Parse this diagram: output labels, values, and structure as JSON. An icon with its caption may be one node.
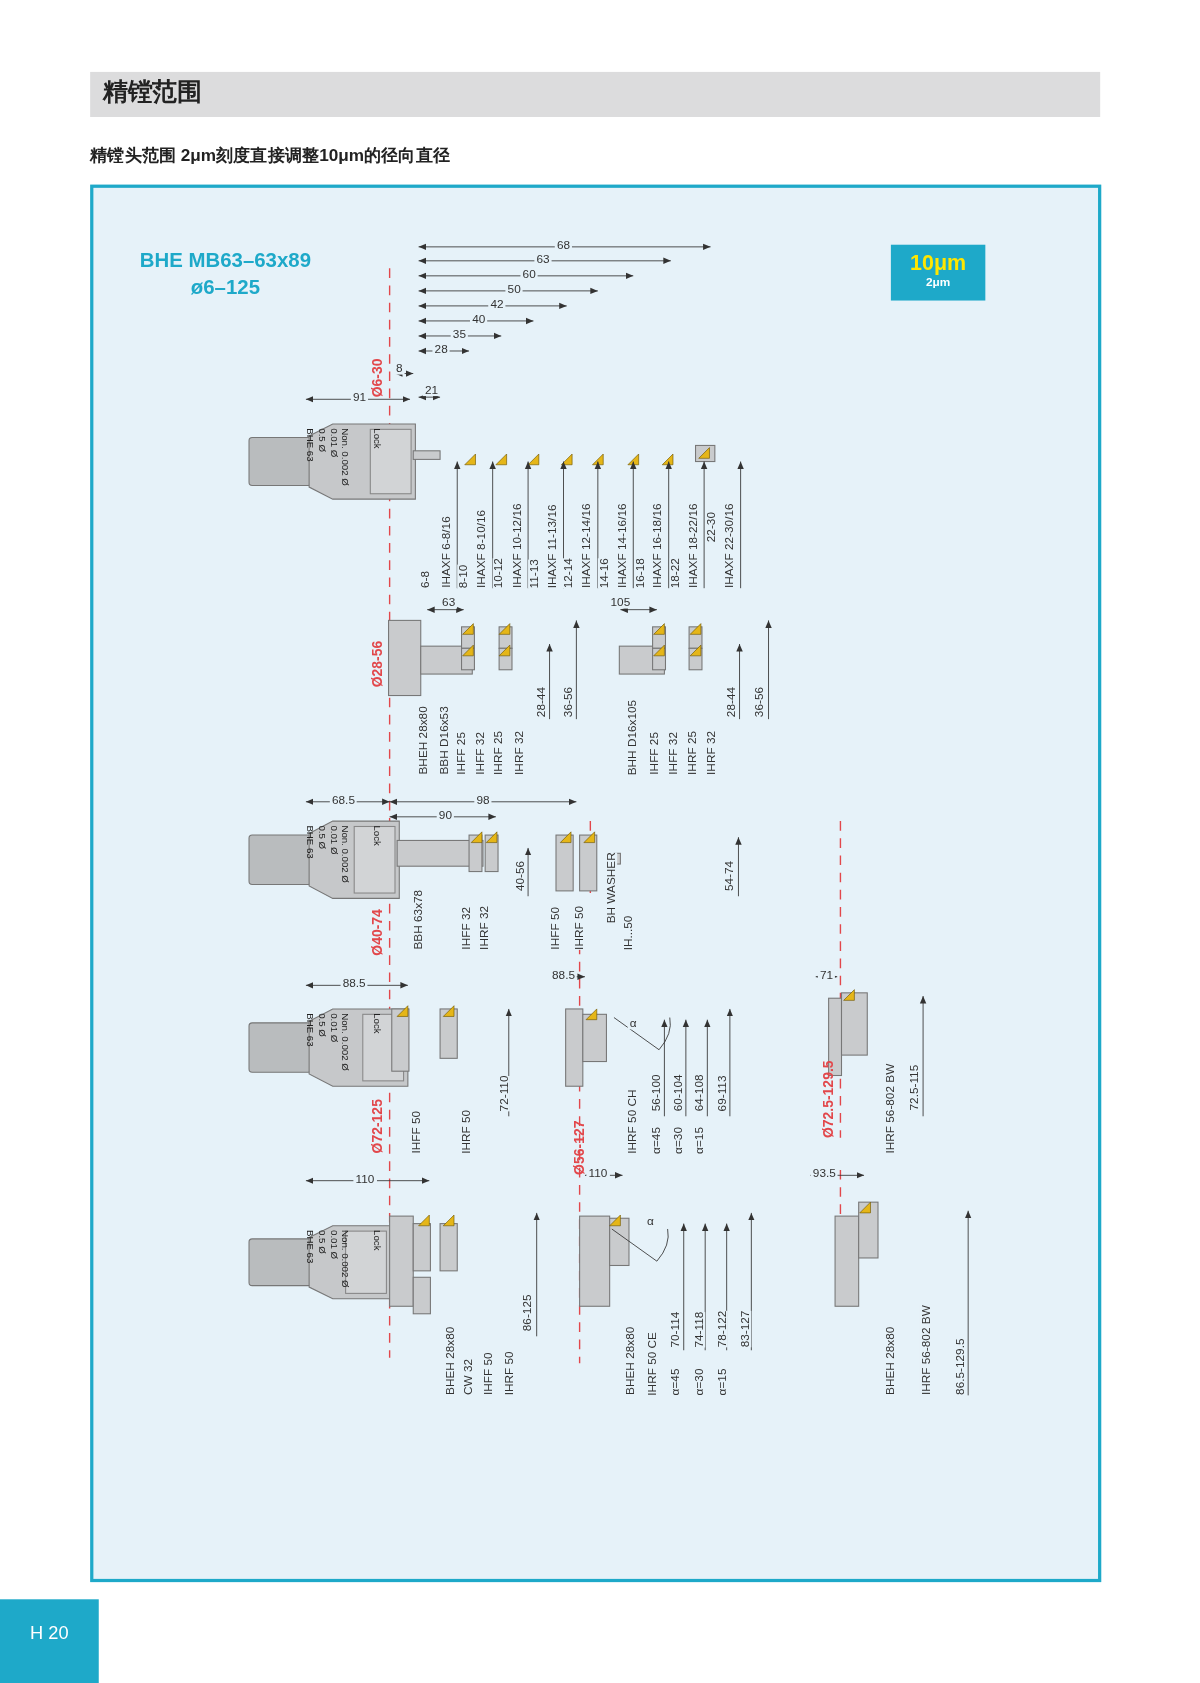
{
  "diagram": {
    "title": "精镗范围",
    "nodes": [
      {
        "text": [
          "10μm",
          "2μm"
        ]
      }
    ],
    "labels": [
      "精镗头范围 2μm刻度直接调整10μm的径向直径",
      "BHE MB63–63x89",
      "ø6–125",
      "68",
      "63",
      "60",
      "50",
      "42",
      "40",
      "35",
      "28",
      "8",
      "21",
      "91",
      "Ø6-30",
      "BHE 63",
      "0.5 Ø",
      "0.01 Ø",
      "Non. 0.002 Ø",
      "Lock",
      "6-8",
      "IHAXF  6-8/16",
      "8-10",
      "IHAXF  8-10/16",
      "10-12",
      "IHAXF  10-12/16",
      "11-13",
      "IHAXF  11-13/16",
      "12-14",
      "IHAXF  12-14/16",
      "14-16",
      "IHAXF  14-16/16",
      "16-18",
      "IHAXF  16-18/16",
      "18-22",
      "IHAXF  18-22/16",
      "22-30",
      "IHAXF  22-30/16",
      "63",
      "105",
      "Ø28-56",
      "BHEH 28x80",
      "BBH D16x53",
      "IHFF 25",
      "IHFF 32",
      "IHRF 25",
      "IHRF 32",
      "28-44",
      "36-56",
      "BHH D16x105",
      "IHFF 25",
      "IHFF 32",
      "IHRF 25",
      "IHRF 32",
      "28-44",
      "36-56",
      "68.5",
      "98",
      "90",
      "BHE 63",
      "0.5 Ø",
      "0.01 Ø",
      "Non. 0.002 Ø",
      "Lock",
      "Ø40-74",
      "BBH 63x78",
      "IHFF 32",
      "IHRF 32",
      "40-56",
      "IHFF 50",
      "IHRF 50",
      "BH WASHER",
      "IH...50",
      "54-74",
      "88.5",
      "88.5",
      "71",
      "BHE 63",
      "0.5 Ø",
      "0.01 Ø",
      "Non. 0.002 Ø",
      "Lock",
      "α",
      "Ø72-125",
      "IHFF 50",
      "IHRF 50",
      "72-110",
      "Ø56-127",
      "IHRF 50 CH",
      "56-100",
      "α=45",
      "60-104",
      "α=30",
      "64-108",
      "α=15",
      "69-113",
      "Ø72.5-129.5",
      "IHRF 56-802  BW",
      "72.5-115",
      "110",
      "110",
      "93.5",
      "BHE 63",
      "0.5 Ø",
      "0.01 Ø",
      "Non. 0.002 Ø",
      "Lock",
      "α",
      "BHEH 28x80",
      "CW 32",
      "IHFF 50",
      "IHRF 50",
      "86-125",
      "BHEH 28x80",
      "IHRF 50 CE",
      "70-114",
      "α=45",
      "74-118",
      "α=30",
      "78-122",
      "α=15",
      "83-127",
      "BHEH 28x80",
      "IHRF 56-802 BW",
      "86.5-129.5",
      "H 20"
    ]
  }
}
